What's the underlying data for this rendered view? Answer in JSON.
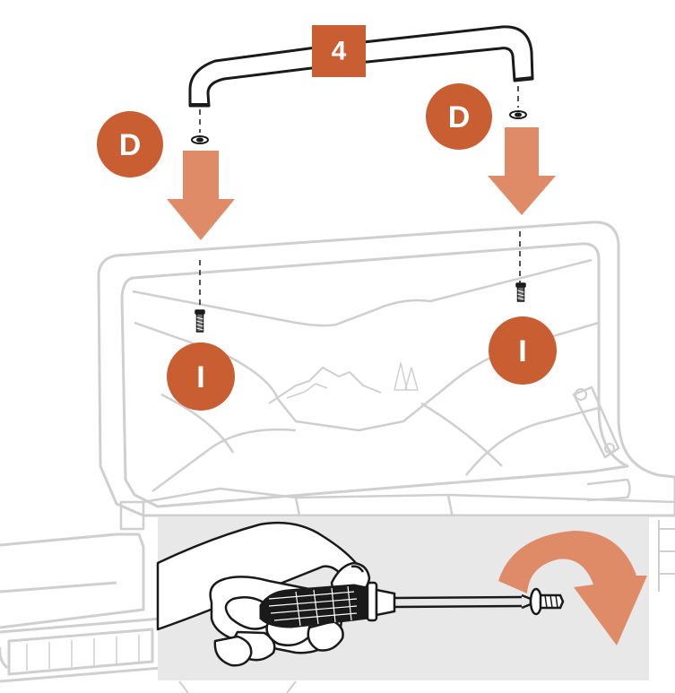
{
  "diagram": {
    "step_number": "4",
    "callouts": {
      "left_washer": "D",
      "right_washer": "D",
      "left_screw": "I",
      "right_screw": "I"
    },
    "colors": {
      "accent": "#c95e32",
      "arrow": "#df8b68",
      "line_dark": "#1a1a1a",
      "line_light": "#cfcfcf",
      "inset_bg": "#e8e8e8"
    }
  }
}
